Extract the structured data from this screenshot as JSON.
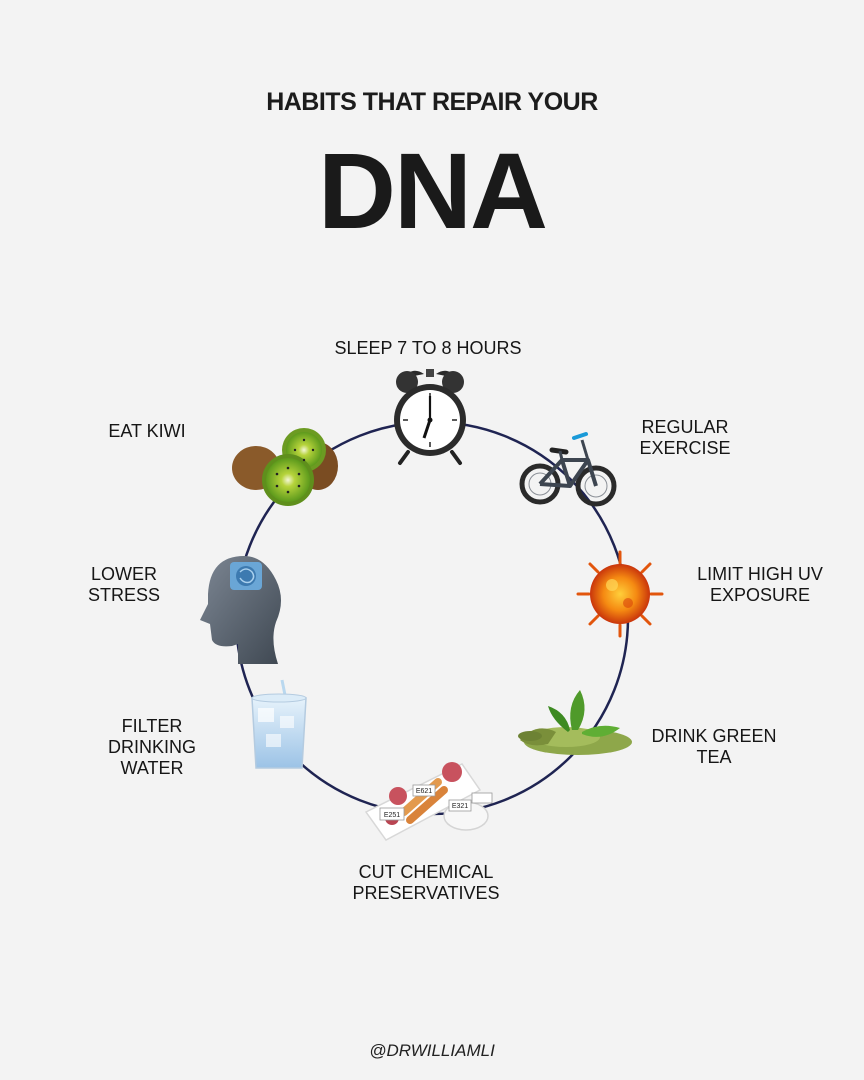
{
  "header": {
    "subtitle": "HABITS THAT REPAIR YOUR",
    "title": "DNA"
  },
  "habits": [
    {
      "icon": "alarm-clock-icon",
      "lines": [
        "SLEEP 7 TO 8 HOURS"
      ]
    },
    {
      "icon": "bicycle-icon",
      "lines": [
        "REGULAR",
        "EXERCISE"
      ]
    },
    {
      "icon": "sun-icon",
      "lines": [
        "LIMIT HIGH UV",
        "EXPOSURE"
      ]
    },
    {
      "icon": "green-tea-icon",
      "lines": [
        "DRINK GREEN",
        "TEA"
      ]
    },
    {
      "icon": "processed-food-icon",
      "lines": [
        "CUT CHEMICAL",
        "PRESERVATIVES"
      ]
    },
    {
      "icon": "water-glass-icon",
      "lines": [
        "FILTER",
        "DRINKING",
        "WATER"
      ]
    },
    {
      "icon": "head-brain-icon",
      "lines": [
        "LOWER",
        "STRESS"
      ]
    },
    {
      "icon": "kiwi-icon",
      "lines": [
        "EAT KIWI"
      ]
    }
  ],
  "food_tags": [
    "E251",
    "E621",
    "E321"
  ],
  "colors": {
    "background": "#f3f3f3",
    "circle": "#1f2452",
    "text": "#161616"
  },
  "footer": {
    "handle": "@DRWILLIAMLI"
  }
}
